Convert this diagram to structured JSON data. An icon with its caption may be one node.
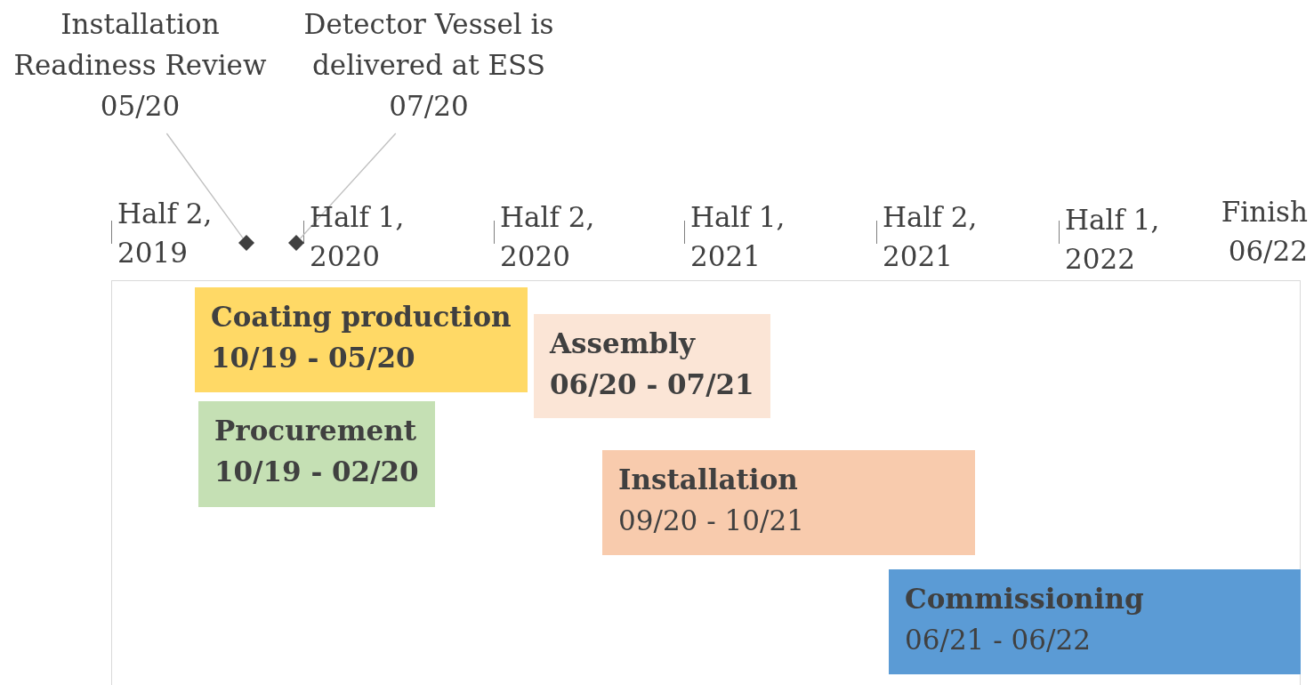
{
  "diagram": {
    "nodes": [
      {
        "text": [
          "Installation Readiness Review 05/20"
        ]
      },
      {
        "text": [
          "Detector Vessel is delivered at ESS 07/20"
        ]
      },
      {
        "text": [],
        "shape": "diamond"
      },
      {
        "text": [],
        "shape": "diamond"
      },
      {
        "text": [
          "Coating production",
          "10/19 - 05/20"
        ]
      },
      {
        "text": [
          "Assembly",
          "06/20 - 07/21"
        ]
      },
      {
        "text": [
          "Procurement",
          "10/19 - 02/20"
        ]
      },
      {
        "text": [
          "Installation",
          "09/20 - 10/21"
        ]
      },
      {
        "text": [
          "Commissioning",
          "06/21 - 06/22"
        ]
      }
    ],
    "edges": [
      {
        "from": 0,
        "to": 2,
        "arrow": "none"
      },
      {
        "from": 1,
        "to": 3,
        "arrow": "none"
      }
    ],
    "labels": [
      "Half 2, 2019",
      "Half 1, 2020",
      "Half 2, 2020",
      "Half 1, 2021",
      "Half 2, 2021",
      "Half 1, 2022",
      "Finish 06/22"
    ]
  }
}
